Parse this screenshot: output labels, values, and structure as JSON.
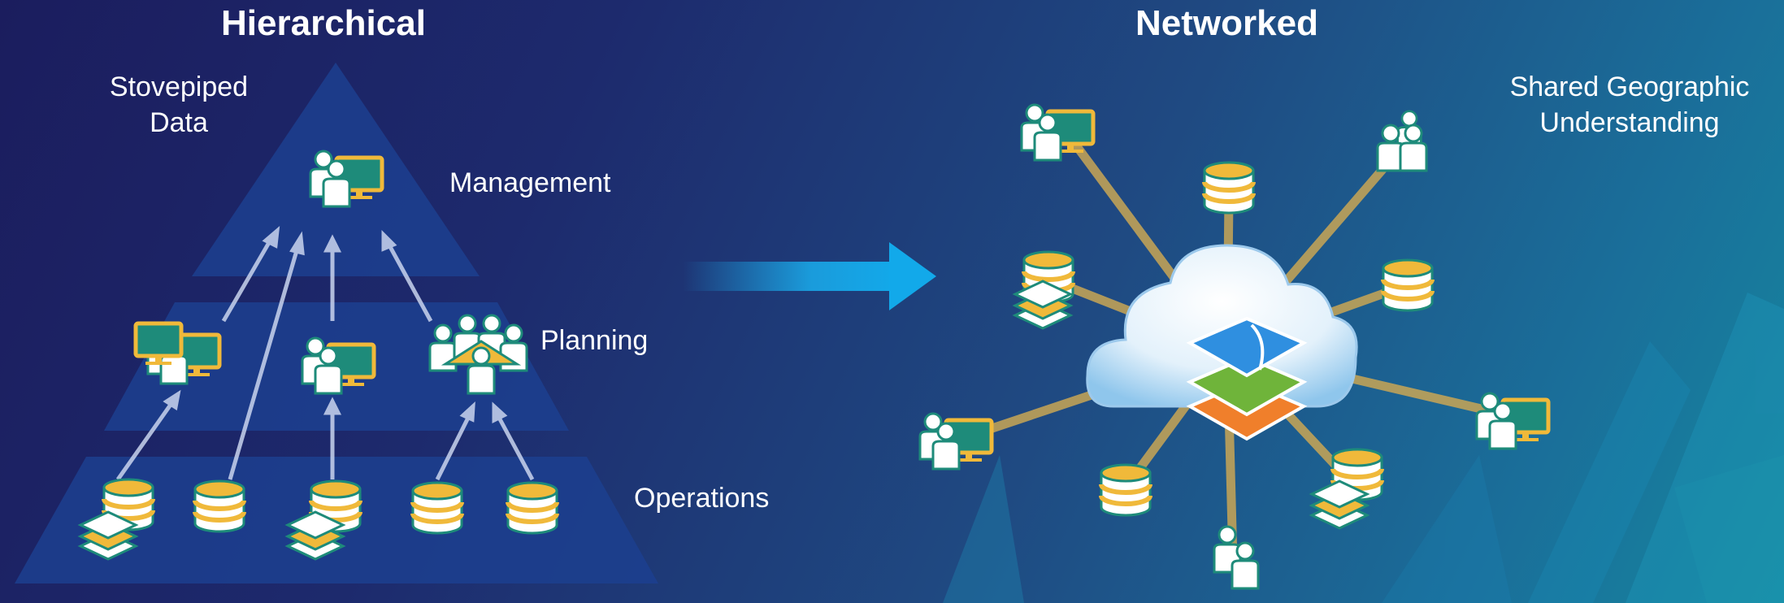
{
  "left": {
    "title": "Hierarchical",
    "note_line1": "Stovepiped",
    "note_line2": "Data",
    "tiers": [
      "Management",
      "Planning",
      "Operations"
    ]
  },
  "right": {
    "title": "Networked",
    "note_line1": "Shared Geographic",
    "note_line2": "Understanding"
  },
  "colors": {
    "background_dark": "#1b1d5e",
    "background_teal": "#15879f",
    "pyramid": "#1c3f8f",
    "arrow": "#1aa6e6",
    "link": "#c9a655",
    "gold": "#f0b93a",
    "teal": "#1e8b7a"
  },
  "icons": [
    "people-computer-icon",
    "database-icon",
    "layers-icon",
    "group-icon",
    "cloud-icon",
    "map-layers-icon"
  ]
}
